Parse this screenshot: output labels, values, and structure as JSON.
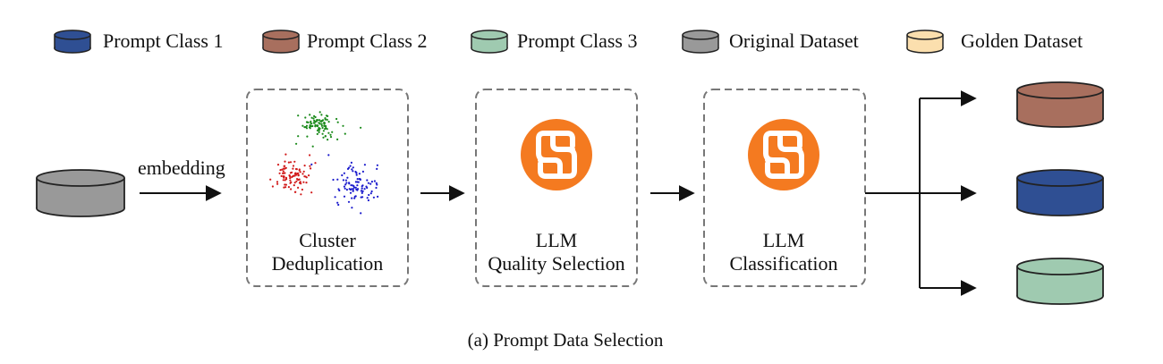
{
  "legend": [
    {
      "label": "Prompt Class 1",
      "color": "#2f4f93"
    },
    {
      "label": "Prompt Class 2",
      "color": "#a86f5e"
    },
    {
      "label": "Prompt Class 3",
      "color": "#9fcab0"
    },
    {
      "label": "Original Dataset",
      "color": "#999999"
    },
    {
      "label": "Golden Dataset",
      "color": "#fbdfae"
    }
  ],
  "flow": {
    "embedding_label": "embedding"
  },
  "stages": {
    "cluster": {
      "line1": "Cluster",
      "line2": "Deduplication",
      "cluster_colors": [
        "#1a8a1a",
        "#d11a1a",
        "#1a1acc"
      ]
    },
    "quality": {
      "line1": "LLM",
      "line2": "Quality Selection",
      "icon": "llm-logo-icon",
      "icon_color": "#f47a20"
    },
    "classification": {
      "line1": "LLM",
      "line2": "Classification",
      "icon": "llm-logo-icon",
      "icon_color": "#f47a20"
    }
  },
  "caption": "(a) Prompt Data Selection"
}
